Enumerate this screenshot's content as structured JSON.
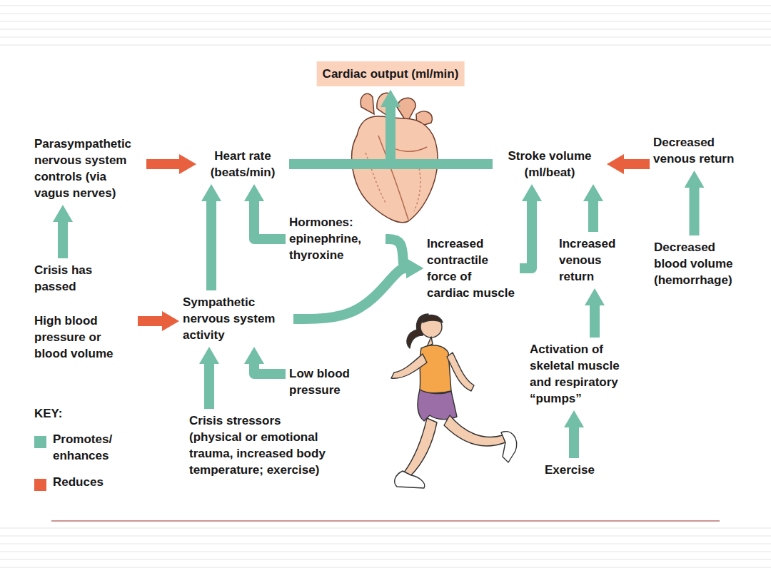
{
  "diagram": {
    "nodes": [
      {
        "text": [
          "Cardiac output (ml/min)"
        ]
      },
      {
        "text": [
          "Parasympathetic nervous system controls (via vagus nerves)"
        ]
      },
      {
        "text": [
          "Heart rate (beats/min)"
        ]
      },
      {
        "text": [
          "Stroke volume (ml/beat)"
        ]
      },
      {
        "text": [
          "Decreased venous return"
        ]
      },
      {
        "text": [
          "Hormones: epinephrine, thyroxine"
        ]
      },
      {
        "text": [
          "Increased contractile force of cardiac muscle"
        ]
      },
      {
        "text": [
          "Increased venous return"
        ]
      },
      {
        "text": [
          "Decreased blood volume (hemorrhage)"
        ]
      },
      {
        "text": [
          "Crisis has passed"
        ]
      },
      {
        "text": [
          "High blood pressure or blood volume"
        ]
      },
      {
        "text": [
          "Sympathetic nervous system activity"
        ]
      },
      {
        "text": [
          "Low blood pressure"
        ]
      },
      {
        "text": [
          "Activation of skeletal muscle and respiratory “pumps”"
        ]
      },
      {
        "text": [
          "Crisis stressors (physical or emotional trauma, increased body temperature; exercise)"
        ]
      },
      {
        "text": [
          "Exercise"
        ]
      }
    ],
    "edges": [
      {
        "from": 2,
        "to": 0,
        "arrow": "to"
      },
      {
        "from": 3,
        "to": 0,
        "arrow": "to"
      },
      {
        "from": 1,
        "to": 2,
        "arrow": "to"
      },
      {
        "from": 4,
        "to": 3,
        "arrow": "to"
      },
      {
        "from": 5,
        "to": 2,
        "arrow": "to"
      },
      {
        "from": 5,
        "to": 6,
        "arrow": "to"
      },
      {
        "from": 11,
        "to": 6,
        "arrow": "to"
      },
      {
        "from": 6,
        "to": 3,
        "arrow": "to"
      },
      {
        "from": 7,
        "to": 3,
        "arrow": "to"
      },
      {
        "from": 8,
        "to": 4,
        "arrow": "to"
      },
      {
        "from": 9,
        "to": 1,
        "arrow": "to"
      },
      {
        "from": 10,
        "to": 11,
        "arrow": "to"
      },
      {
        "from": 11,
        "to": 2,
        "arrow": "to"
      },
      {
        "from": 12,
        "to": 11,
        "arrow": "to"
      },
      {
        "from": 14,
        "to": 11,
        "arrow": "to"
      },
      {
        "from": 13,
        "to": 7,
        "arrow": "to"
      },
      {
        "from": 15,
        "to": 13,
        "arrow": "to"
      }
    ],
    "labels": [
      "KEY:"
    ],
    "legend": [
      {
        "text": "Promotes/ enhances",
        "color": "#72bea6"
      },
      {
        "text": "Reduces",
        "color": "#e8603e"
      }
    ]
  }
}
